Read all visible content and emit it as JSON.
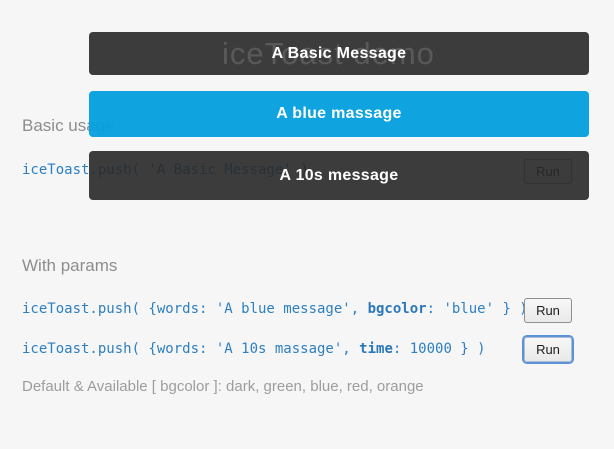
{
  "page": {
    "title": "iceToast demo"
  },
  "toasts": [
    {
      "text": "A Basic Message",
      "bgcolor": "dark",
      "color_hex": "#282828"
    },
    {
      "text": "A blue massage",
      "bgcolor": "blue",
      "color_hex": "#059fdf"
    },
    {
      "text": "A 10s message",
      "bgcolor": "dark",
      "color_hex": "#282828"
    }
  ],
  "sections": {
    "basic": {
      "heading": "Basic usage",
      "rows": [
        {
          "code_prefix": "iceToast.push( 'A Basic Message' )",
          "code_bold": "",
          "code_suffix": "",
          "run_label": "Run"
        }
      ]
    },
    "params": {
      "heading": "With params",
      "rows": [
        {
          "code_prefix": "iceToast.push( {words: 'A blue message', ",
          "code_bold": "bgcolor",
          "code_suffix": ": 'blue' } )",
          "run_label": "Run"
        },
        {
          "code_prefix": "iceToast.push( {words: 'A 10s massage', ",
          "code_bold": "time",
          "code_suffix": ": 10000 } )",
          "run_label": "Run"
        }
      ],
      "note": "Default & Available [ bgcolor ]: dark, green, blue, red, orange"
    }
  },
  "colors": {
    "code_blue": "#2d7fc1",
    "heading_gray": "#8d8d8d",
    "note_gray": "#9d9d9d",
    "toast_dark": "#282828",
    "toast_blue": "#059fdf",
    "focus_ring": "#5e92d8",
    "page_background": "#f6f6f6"
  }
}
